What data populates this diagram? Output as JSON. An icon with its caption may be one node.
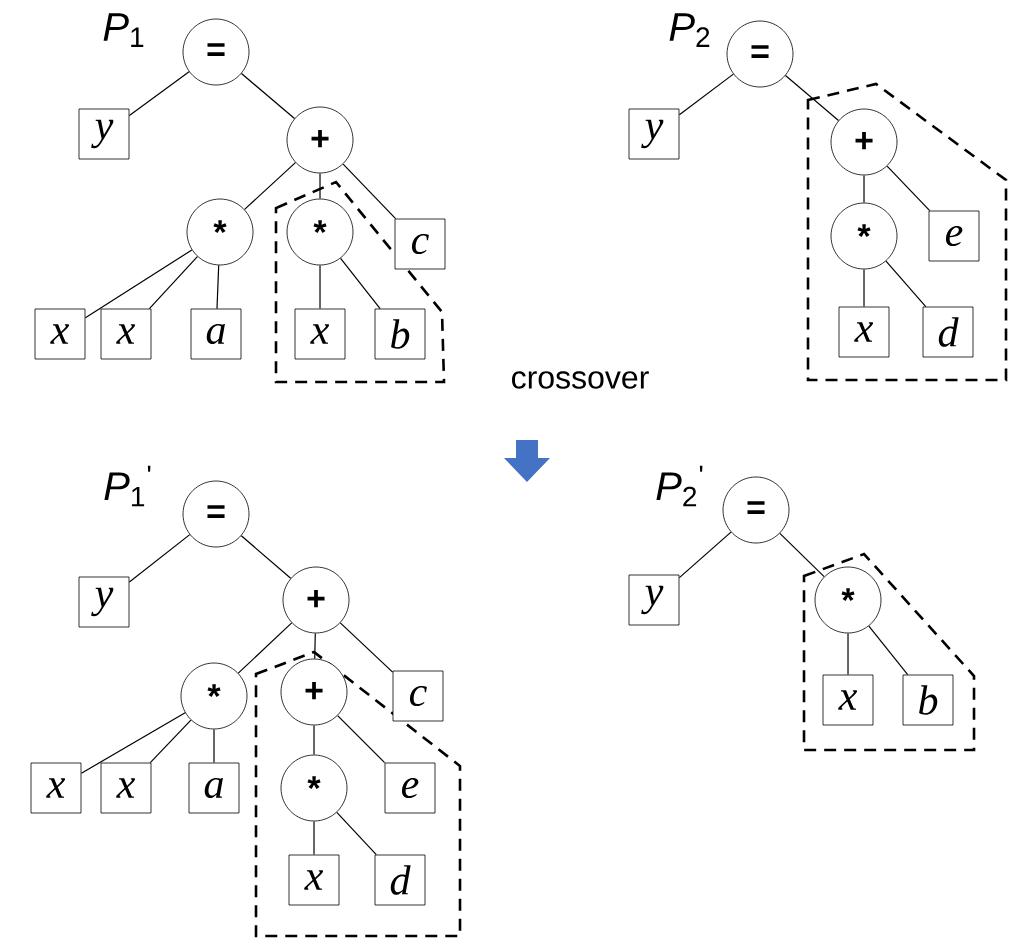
{
  "diagram": {
    "nodes": [
      {
        "text": [
          "="
        ]
      },
      {
        "text": [
          "y"
        ]
      },
      {
        "text": [
          "+"
        ]
      },
      {
        "text": [
          "*"
        ]
      },
      {
        "text": [
          "*"
        ]
      },
      {
        "text": [
          "c"
        ]
      },
      {
        "text": [
          "x"
        ]
      },
      {
        "text": [
          "x"
        ]
      },
      {
        "text": [
          "a"
        ]
      },
      {
        "text": [
          "x"
        ]
      },
      {
        "text": [
          "b"
        ]
      },
      {
        "text": [
          "="
        ]
      },
      {
        "text": [
          "y"
        ]
      },
      {
        "text": [
          "+"
        ]
      },
      {
        "text": [
          "*"
        ]
      },
      {
        "text": [
          "e"
        ]
      },
      {
        "text": [
          "x"
        ]
      },
      {
        "text": [
          "d"
        ]
      },
      {
        "text": [
          "="
        ]
      },
      {
        "text": [
          "y"
        ]
      },
      {
        "text": [
          "+"
        ]
      },
      {
        "text": [
          "*"
        ]
      },
      {
        "text": [
          "+"
        ]
      },
      {
        "text": [
          "c"
        ]
      },
      {
        "text": [
          "x"
        ]
      },
      {
        "text": [
          "x"
        ]
      },
      {
        "text": [
          "a"
        ]
      },
      {
        "text": [
          "*"
        ]
      },
      {
        "text": [
          "e"
        ]
      },
      {
        "text": [
          "x"
        ]
      },
      {
        "text": [
          "d"
        ]
      },
      {
        "text": [
          "="
        ]
      },
      {
        "text": [
          "y"
        ]
      },
      {
        "text": [
          "*"
        ]
      },
      {
        "text": [
          "x"
        ]
      },
      {
        "text": [
          "b"
        ]
      }
    ],
    "edges": [
      {
        "from": 0,
        "to": 1,
        "arrow": "none"
      },
      {
        "from": 0,
        "to": 2,
        "arrow": "none"
      },
      {
        "from": 2,
        "to": 3,
        "arrow": "none"
      },
      {
        "from": 2,
        "to": 4,
        "arrow": "none"
      },
      {
        "from": 2,
        "to": 5,
        "arrow": "none"
      },
      {
        "from": 3,
        "to": 6,
        "arrow": "none"
      },
      {
        "from": 3,
        "to": 7,
        "arrow": "none"
      },
      {
        "from": 3,
        "to": 8,
        "arrow": "none"
      },
      {
        "from": 4,
        "to": 9,
        "arrow": "none"
      },
      {
        "from": 4,
        "to": 10,
        "arrow": "none"
      },
      {
        "from": 11,
        "to": 12,
        "arrow": "none"
      },
      {
        "from": 11,
        "to": 13,
        "arrow": "none"
      },
      {
        "from": 13,
        "to": 14,
        "arrow": "none"
      },
      {
        "from": 13,
        "to": 15,
        "arrow": "none"
      },
      {
        "from": 14,
        "to": 16,
        "arrow": "none"
      },
      {
        "from": 14,
        "to": 17,
        "arrow": "none"
      },
      {
        "from": 18,
        "to": 19,
        "arrow": "none"
      },
      {
        "from": 18,
        "to": 20,
        "arrow": "none"
      },
      {
        "from": 20,
        "to": 21,
        "arrow": "none"
      },
      {
        "from": 20,
        "to": 22,
        "arrow": "none"
      },
      {
        "from": 20,
        "to": 23,
        "arrow": "none"
      },
      {
        "from": 21,
        "to": 24,
        "arrow": "none"
      },
      {
        "from": 21,
        "to": 25,
        "arrow": "none"
      },
      {
        "from": 21,
        "to": 26,
        "arrow": "none"
      },
      {
        "from": 22,
        "to": 27,
        "arrow": "none"
      },
      {
        "from": 22,
        "to": 28,
        "arrow": "none"
      },
      {
        "from": 27,
        "to": 29,
        "arrow": "none"
      },
      {
        "from": 27,
        "to": 30,
        "arrow": "none"
      },
      {
        "from": 31,
        "to": 32,
        "arrow": "none"
      },
      {
        "from": 31,
        "to": 33,
        "arrow": "none"
      },
      {
        "from": 33,
        "to": 34,
        "arrow": "none"
      },
      {
        "from": 33,
        "to": 35,
        "arrow": "none"
      }
    ],
    "labels": [
      "*P*$_{1}$",
      "*P*$_{2}$",
      "crossover",
      "*P*$_{1}$$^{'}$",
      "*P*$_{2}$$^{'}$"
    ]
  }
}
